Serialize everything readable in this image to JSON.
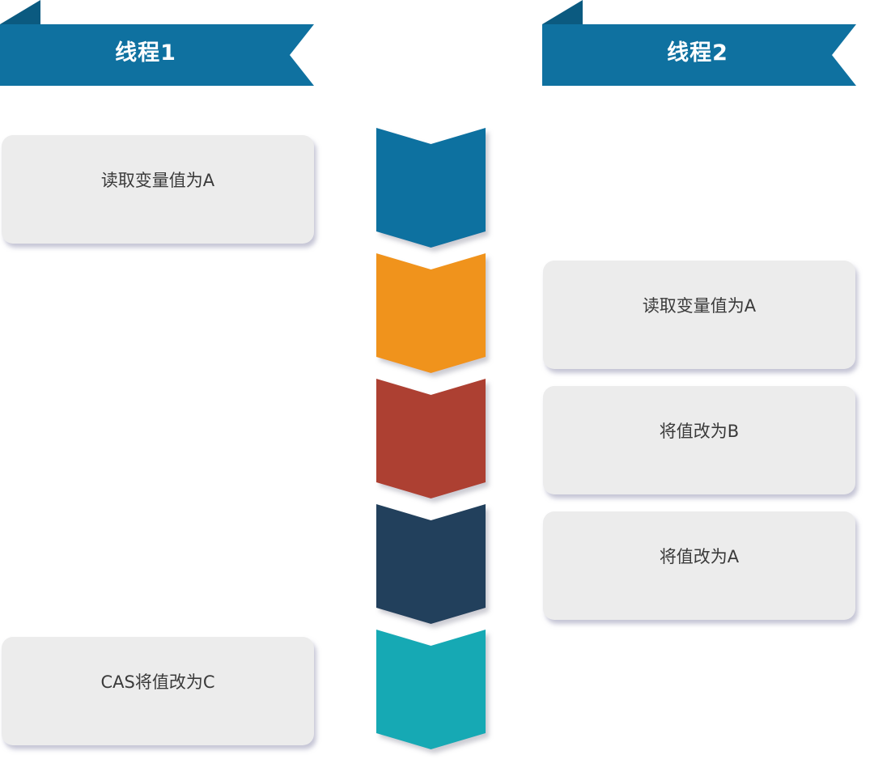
{
  "threads": [
    {
      "title": "线程1",
      "steps": [
        "读取变量值为A",
        "CAS将值改为C"
      ]
    },
    {
      "title": "线程2",
      "steps": [
        "读取变量值为A",
        "将值改为B",
        "将值改为A"
      ]
    }
  ],
  "timeline": {
    "segments": [
      {
        "color": "#0f71a0"
      },
      {
        "color": "#f0931c"
      },
      {
        "color": "#ad3f31"
      },
      {
        "color": "#22415c"
      },
      {
        "color": "#16a9b4"
      }
    ]
  },
  "colors": {
    "ribbon_main": "#0f71a0",
    "ribbon_fold": "#0b5a80",
    "box_bg": "#ececec",
    "text": "#3a3a3a"
  }
}
